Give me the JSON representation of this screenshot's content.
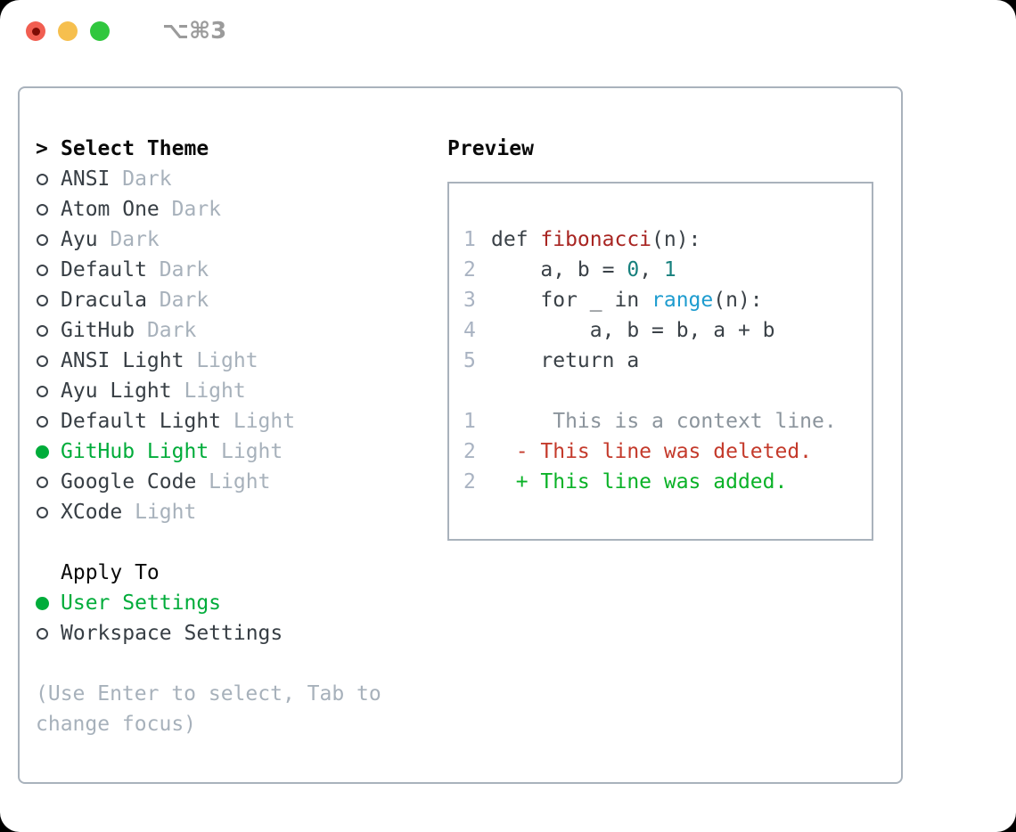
{
  "palette": {
    "panel_border": "#a9b2bc",
    "item_text": "#373e44",
    "tag_muted": "#a7b1bb",
    "selected_green": "#00ac3a",
    "hint_gray": "#a7b1bb",
    "line_number": "#a9b3c2",
    "code_text": "#3a4147",
    "func_red": "#a82522",
    "number_teal": "#17807d",
    "builtin_blue": "#1e9ccf",
    "context_gray": "#8b949c",
    "deleted_red": "#c43a2b",
    "added_green": "#0ab227",
    "traffic_red": "#f15e51",
    "traffic_red_dot": "#7e0c05",
    "traffic_yellow": "#f6bf4e",
    "traffic_green": "#30c73e",
    "titlebar_text": "#9b9b9b"
  },
  "titlebar": {
    "shortcut": "⌥⌘3"
  },
  "theme_panel": {
    "header_prompt": ">",
    "header_label": "Select Theme",
    "themes": [
      {
        "name": "ANSI",
        "tag": "Dark",
        "selected": false
      },
      {
        "name": "Atom One",
        "tag": "Dark",
        "selected": false
      },
      {
        "name": "Ayu",
        "tag": "Dark",
        "selected": false
      },
      {
        "name": "Default",
        "tag": "Dark",
        "selected": false
      },
      {
        "name": "Dracula",
        "tag": "Dark",
        "selected": false
      },
      {
        "name": "GitHub",
        "tag": "Dark",
        "selected": false
      },
      {
        "name": "ANSI Light",
        "tag": "Light",
        "selected": false
      },
      {
        "name": "Ayu Light",
        "tag": "Light",
        "selected": false
      },
      {
        "name": "Default Light",
        "tag": "Light",
        "selected": false
      },
      {
        "name": "GitHub Light",
        "tag": "Light",
        "selected": true
      },
      {
        "name": "Google Code",
        "tag": "Light",
        "selected": false
      },
      {
        "name": "XCode",
        "tag": "Light",
        "selected": false
      }
    ],
    "apply_header": "Apply To",
    "apply_options": [
      {
        "label": "User Settings",
        "selected": true
      },
      {
        "label": "Workspace Settings",
        "selected": false
      }
    ],
    "hint": "(Use Enter to select, Tab to change focus)"
  },
  "preview": {
    "title": "Preview",
    "lines": [
      {
        "num": "1",
        "tokens": [
          {
            "t": "def ",
            "c": "plain"
          },
          {
            "t": "fibonacci",
            "c": "func"
          },
          {
            "t": "(n):",
            "c": "plain"
          }
        ]
      },
      {
        "num": "2",
        "tokens": [
          {
            "t": "    a, b = ",
            "c": "plain"
          },
          {
            "t": "0",
            "c": "num"
          },
          {
            "t": ", ",
            "c": "plain"
          },
          {
            "t": "1",
            "c": "num"
          }
        ]
      },
      {
        "num": "3",
        "tokens": [
          {
            "t": "    for _ in ",
            "c": "plain"
          },
          {
            "t": "range",
            "c": "builtin"
          },
          {
            "t": "(n):",
            "c": "plain"
          }
        ]
      },
      {
        "num": "4",
        "tokens": [
          {
            "t": "        a, b = b, a + b",
            "c": "plain"
          }
        ]
      },
      {
        "num": "5",
        "tokens": [
          {
            "t": "    return a",
            "c": "plain"
          }
        ]
      },
      {
        "num": "",
        "tokens": []
      },
      {
        "num": "1",
        "tokens": [
          {
            "t": "     This is a context line.",
            "c": "context"
          }
        ]
      },
      {
        "num": "2",
        "tokens": [
          {
            "t": "  - This line was deleted.",
            "c": "deleted"
          }
        ]
      },
      {
        "num": "2",
        "tokens": [
          {
            "t": "  + This line was added.",
            "c": "added"
          }
        ]
      }
    ]
  }
}
